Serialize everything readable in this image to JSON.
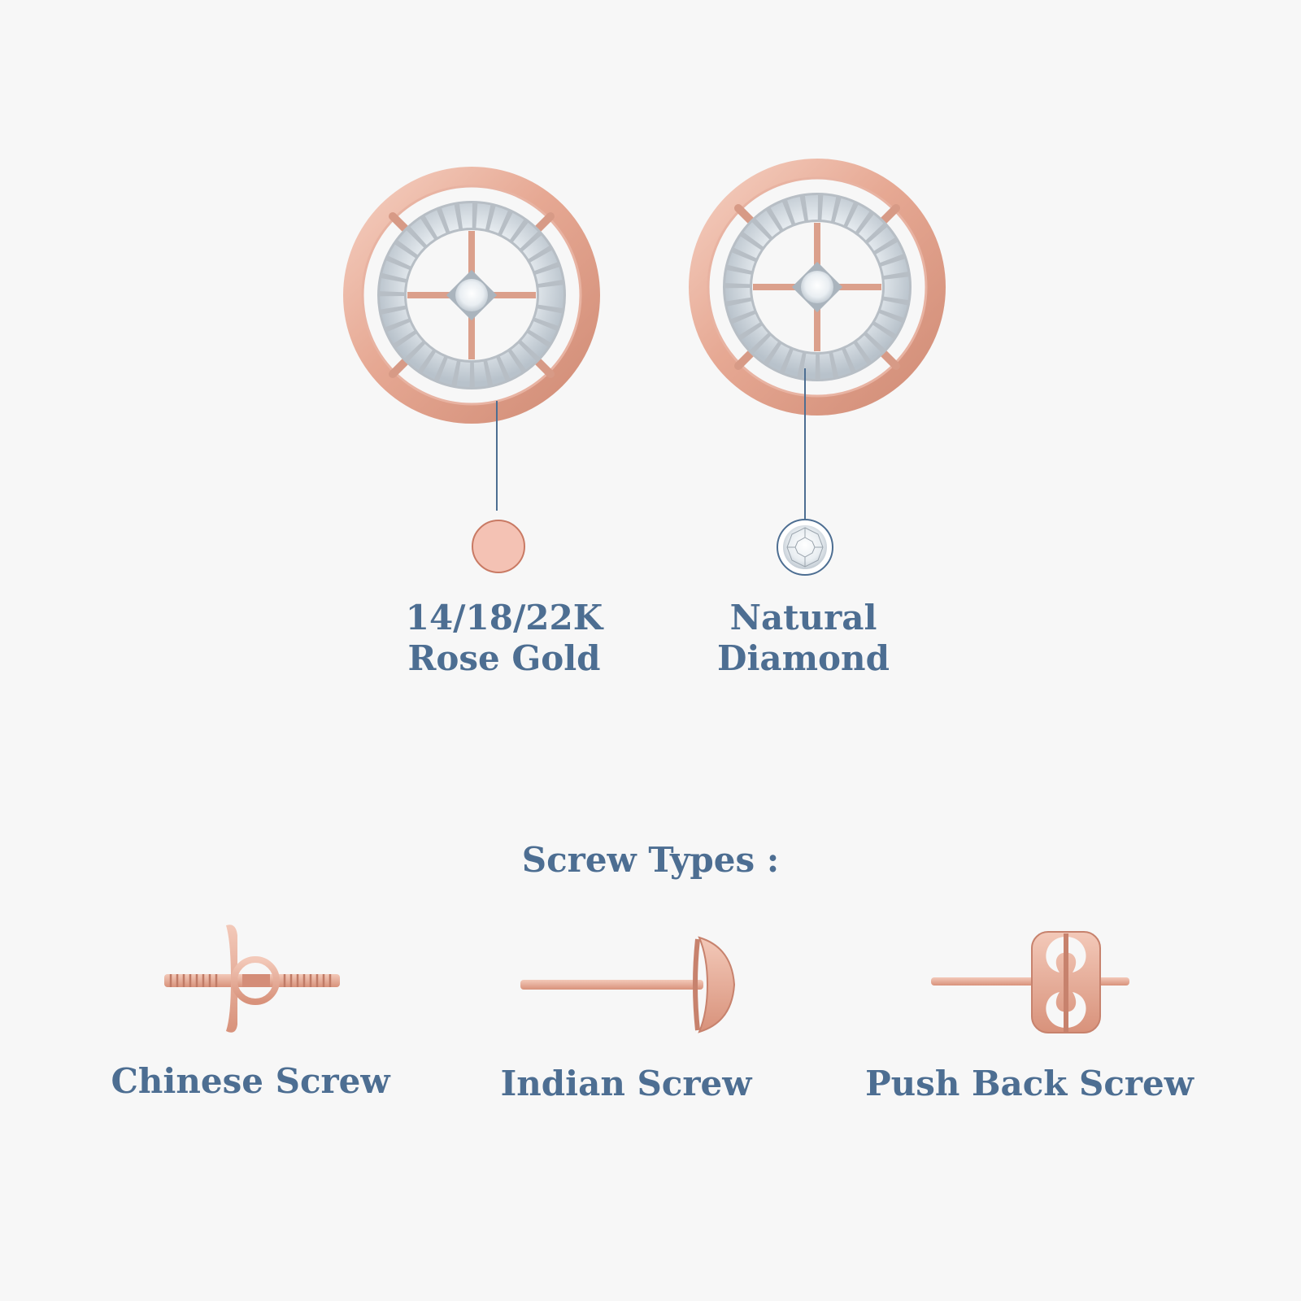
{
  "materials": {
    "metal": {
      "line1": "14/18/22K",
      "line2": "Rose Gold",
      "swatch_color": "#f4c2b4",
      "swatch_border": "#c97a64"
    },
    "stone": {
      "line1": "Natural",
      "line2": "Diamond"
    }
  },
  "screws": {
    "heading": "Screw Types :",
    "items": [
      {
        "label": "Chinese Screw"
      },
      {
        "label": "Indian Screw"
      },
      {
        "label": "Push Back Screw"
      }
    ]
  },
  "colors": {
    "text": "#4d6e92",
    "rose_gold": "#e0a08d",
    "rose_gold_dark": "#c7826d",
    "rose_gold_light": "#f7d4c8",
    "leader_line": "#4d6e92",
    "background": "#f7f7f7"
  }
}
